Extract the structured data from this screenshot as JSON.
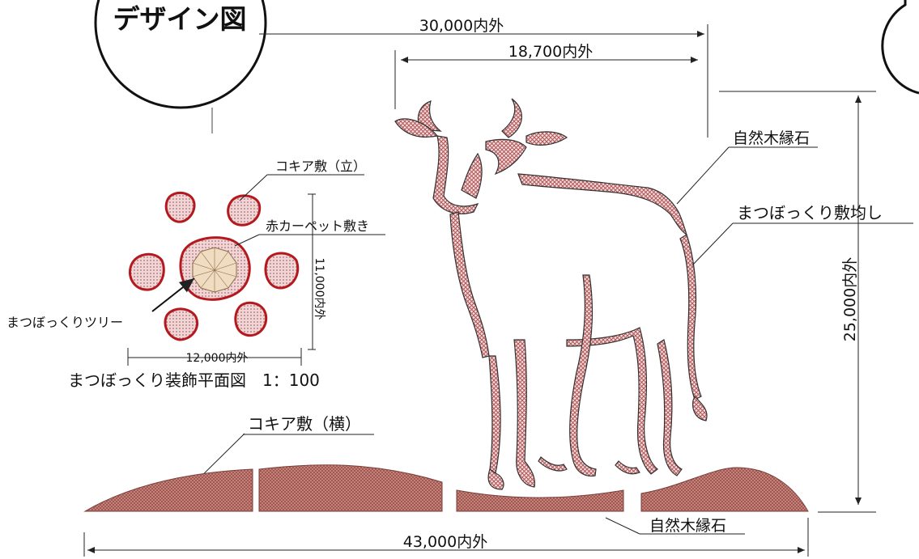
{
  "title": "デザイン図",
  "dimensions": {
    "top_overall": "30,000内外",
    "top_inner": "18,700内外",
    "right_height": "25,000内外",
    "bottom_overall": "43,000内外",
    "pine_width": "12,000内外",
    "pine_height": "11,000内外"
  },
  "labels": {
    "stone_edge_upper": "自然木縁石",
    "pinecone_spread": "まつぼっくり敷均し",
    "kokia_standing": "コキア敷（立）",
    "red_carpet": "赤カーペット敷き",
    "pinecone_tree": "まつぼっくりツリー",
    "plan_caption": "まつぼっくり装飾平面図　1：100",
    "kokia_lying": "コキア敷（横）",
    "stone_edge_lower": "自然木縁石"
  },
  "colors": {
    "hatch_red": "#b5585a",
    "kokia_outline": "#b3191e",
    "kokia_fill": "#e9c5c6",
    "tree_fill": "#f0dcc0",
    "line": "#222222"
  }
}
